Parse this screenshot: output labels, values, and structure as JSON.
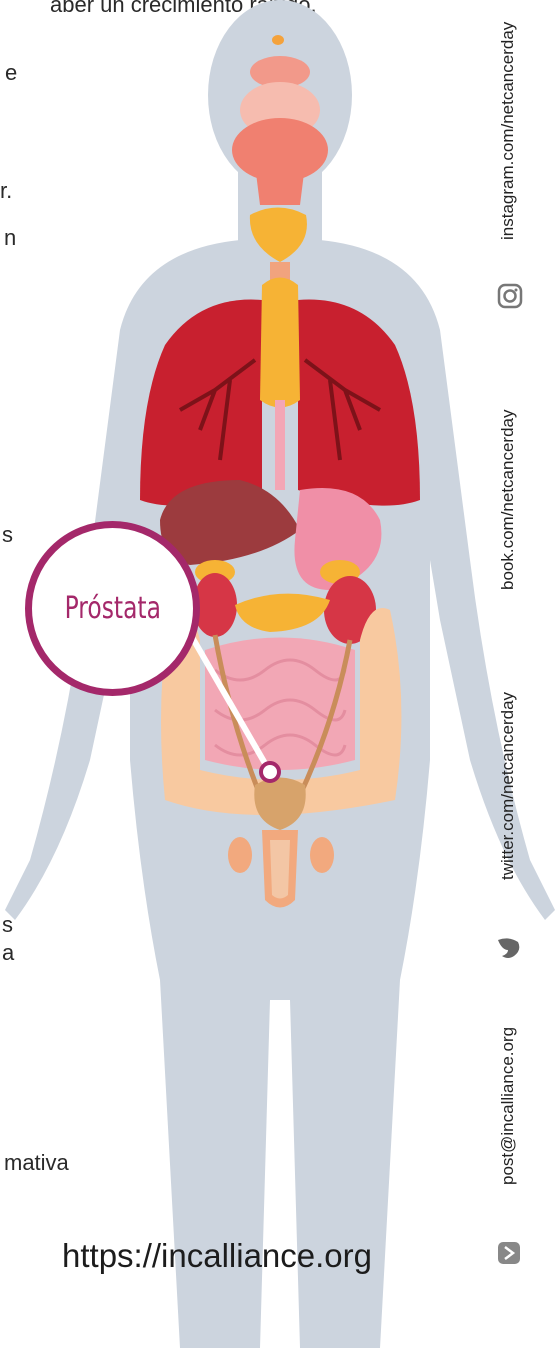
{
  "text_fragments": {
    "top": "aber un crecimiento rápido.",
    "f1": "e",
    "f2": "r.",
    "f3": "n",
    "f4": "s",
    "f5": "s",
    "f6": "a",
    "f7": "mativa"
  },
  "callout": {
    "label": "Próstata",
    "color": "#a4286a"
  },
  "website": "https://incalliance.org",
  "social": {
    "instagram": "instagram.com/netcancerday",
    "facebook": "book.com/netcancerday",
    "twitter": "twitter.com/netcancerday",
    "email": "post@incalliance.org"
  },
  "icons": [
    "instagram-icon",
    "twitter-bird-icon",
    "email-arrow-icon"
  ],
  "colors": {
    "silhouette": "#ccd4de",
    "lungs": "#c8202f",
    "accent": "#a4286a"
  }
}
